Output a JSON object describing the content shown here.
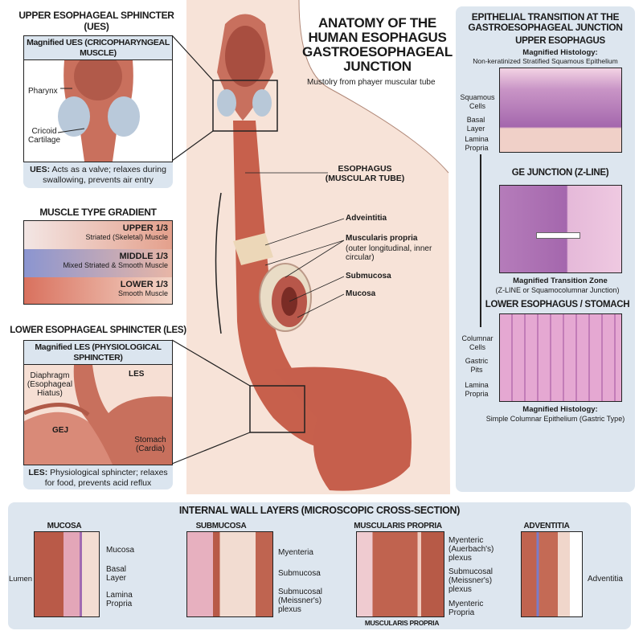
{
  "title": {
    "lines": [
      "ANATOMY OF THE",
      "HUMAN ESOPHAGUS",
      "GASTROESOPHAGEAL",
      "JUNCTION"
    ],
    "subtitle": "Mustolry from phayer muscular tube"
  },
  "ues": {
    "title": "UPPER ESOPHAGEAL SPHINCTER (UES)",
    "header": "Magnified UES (CRICOPHARYNGEAL MUSCLE)",
    "labels": {
      "pharynx": "Pharynx",
      "cricoid": "Cricoid Cartilage"
    },
    "caption_bold": "UES:",
    "caption": "Acts as a valve; relaxes during swallowing, prevents air entry"
  },
  "gradient": {
    "title": "MUSCLE TYPE GRADIENT",
    "bands": [
      {
        "name": "UPPER 1/3",
        "desc": "Striated (Skeletal) Muscle"
      },
      {
        "name": "MIDDLE 1/3",
        "desc": "Mixed Striated & Smooth Muscle"
      },
      {
        "name": "LOWER 1/3",
        "desc": "Smooth Muscle"
      }
    ]
  },
  "les": {
    "title": "LOWER ESOPHAGEAL SPHINCTER (LES)",
    "header": "Magnified LES (PHYSIOLOGICAL SPHINCTER)",
    "labels": {
      "diaphragm": "Diaphragm (Esophageal Hiatus)",
      "les": "LES",
      "gej": "GEJ",
      "stomach": "Stomach (Cardia)"
    },
    "caption_bold": "LES:",
    "caption": "Physiological sphincter; relaxes for food, prevents acid reflux"
  },
  "center": {
    "esophagus": "ESOPHAGUS (MUSCULAR TUBE)",
    "adventitia": "Adveintitia",
    "muscularis": "Muscularis propria",
    "muscularis_sub": "(outer longitudinal, inner circular)",
    "submucosa": "Submucosa",
    "mucosa": "Mucosa"
  },
  "epithelial": {
    "title": "EPITHELIAL TRANSITION AT THE GASTROESOPHAGEAL JUNCTION",
    "upper": {
      "title": "UPPER ESOPHAGUS",
      "sub1": "Magnified Histology:",
      "sub2": "Non-keratinized Stratified Squamous Epithelium",
      "labels": [
        "Squamous Cells",
        "Basal Layer",
        "Lamina Propria"
      ]
    },
    "ge": {
      "title": "GE JUNCTION (Z-LINE)",
      "cap1": "Magnified Transition Zone",
      "cap2": "(Z-LINE or Squamocolumnar Junction)"
    },
    "lower": {
      "title": "LOWER ESOPHAGUS / STOMACH",
      "labels": [
        "Columnar Cells",
        "Gastric Pits",
        "Lamina Propria"
      ],
      "cap1": "Magnified Histology:",
      "cap2": "Simple Columnar Epithelium (Gastric Type)"
    }
  },
  "wall": {
    "title": "INTERNAL WALL LAYERS (MICROSCOPIC CROSS-SECTION)",
    "mucosa": {
      "title": "MUCOSA",
      "lumen": "Lumen",
      "labels": [
        "Mucosa",
        "Basal Layer",
        "Lamina Propria"
      ]
    },
    "submucosa": {
      "title": "SUBMUCOSA",
      "labels": [
        "Myenteria",
        "Submucosa",
        "Submucosal (Meissner's) plexus"
      ]
    },
    "muscularis": {
      "title": "MUSCULARIS PROPRIA",
      "labels": [
        "Myenteric (Auerbach's) plexus",
        "Submucosal (Meissner's) plexus",
        "Myenteric Propria"
      ],
      "bottom": "MUSCULARIS PROPRIA"
    },
    "adventitia": {
      "title": "ADVENTITIA",
      "labels": [
        "Adventitia"
      ]
    }
  },
  "colors": {
    "muscle": "#c9604f",
    "panel": "#dde6ef",
    "purple": "#a466b0",
    "skin": "#f6ddd0"
  }
}
